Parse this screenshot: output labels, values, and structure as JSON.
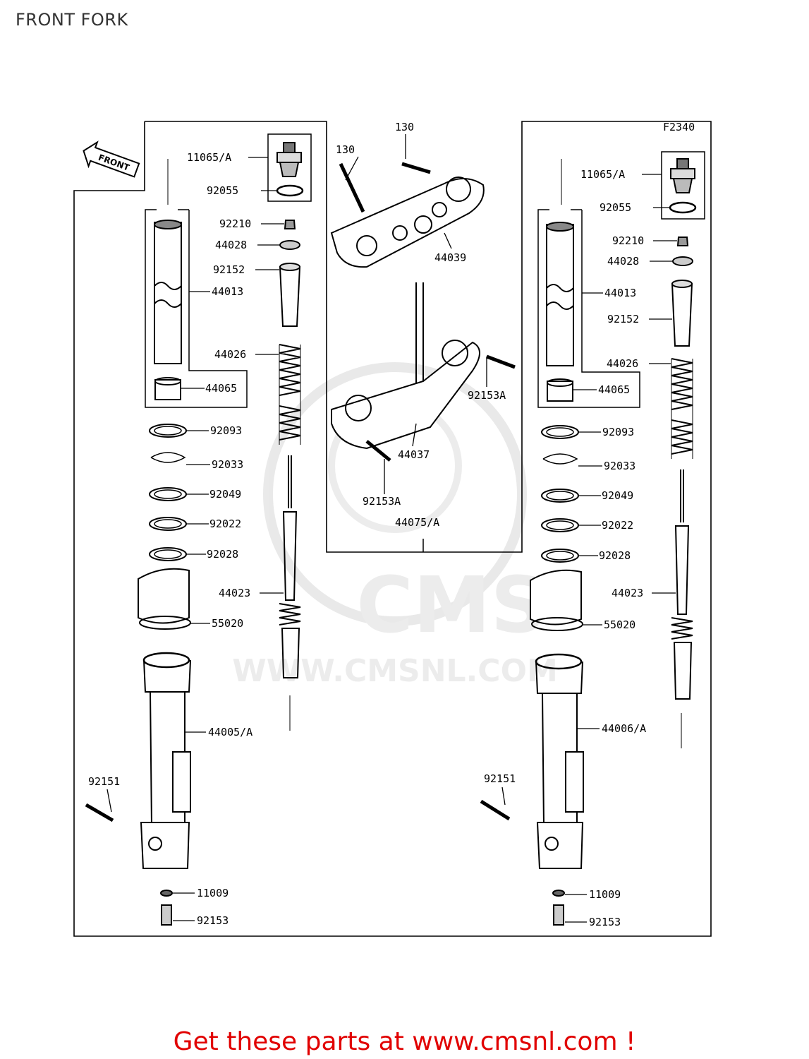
{
  "title": "FRONT FORK",
  "figure_code": "F2340",
  "front_badge": "FRONT",
  "watermark": {
    "text": "CMS",
    "url_text": "WWW.CMSNL.COM"
  },
  "footer": {
    "text": "Get these parts at www.cmsnl.com !"
  },
  "labels": {
    "L11065A": "11065/A",
    "L92055": "92055",
    "L92210": "92210",
    "L44028": "44028",
    "L92152": "92152",
    "L44013": "44013",
    "L44026": "44026",
    "L44065": "44065",
    "L92093": "92093",
    "L92033": "92033",
    "L92049": "92049",
    "L92022": "92022",
    "L92028": "92028",
    "L44023": "44023",
    "L55020": "55020",
    "L44005A": "44005/A",
    "L92151": "92151",
    "L11009": "11009",
    "L92153": "92153",
    "R11065A": "11065/A",
    "R92055": "92055",
    "R92210": "92210",
    "R44028": "44028",
    "R92152": "92152",
    "R44013": "44013",
    "R44026": "44026",
    "R44065": "44065",
    "R92093": "92093",
    "R92033": "92033",
    "R92049": "92049",
    "R92022": "92022",
    "R92028": "92028",
    "R44023": "44023",
    "R55020": "55020",
    "R44006A": "44006/A",
    "R92151": "92151",
    "R11009": "11009",
    "R92153": "92153",
    "C130a": "130",
    "C130b": "130",
    "C44039": "44039",
    "C92153A_a": "92153A",
    "C44037": "44037",
    "C92153A_b": "92153A",
    "C44075A": "44075/A"
  }
}
